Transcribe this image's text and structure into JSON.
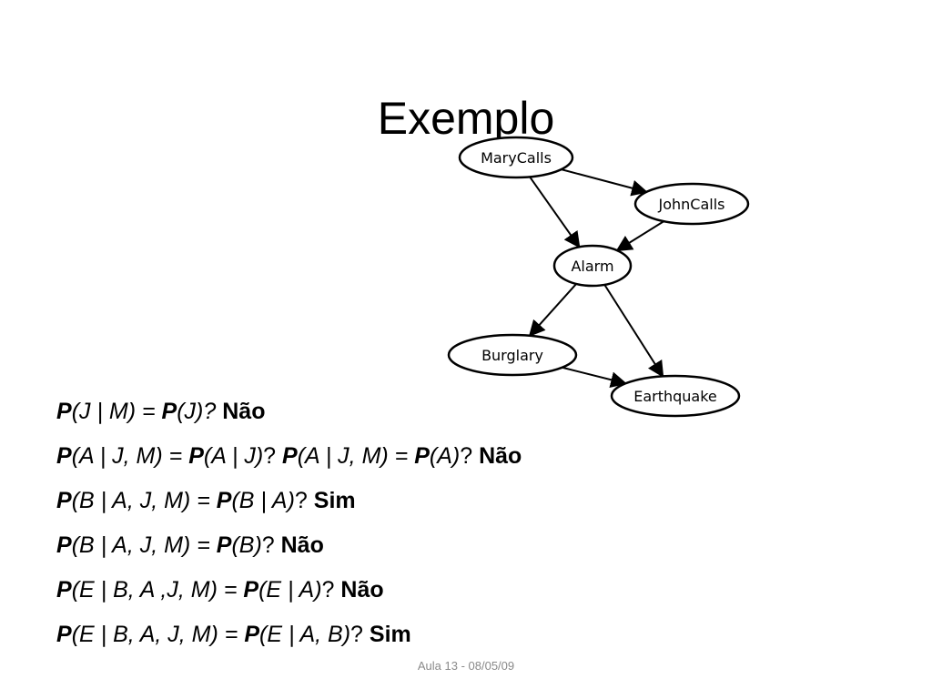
{
  "title": "Exemplo",
  "diagram": {
    "nodes": [
      {
        "id": "marycalls",
        "label": "MaryCalls"
      },
      {
        "id": "johncalls",
        "label": "JohnCalls"
      },
      {
        "id": "alarm",
        "label": "Alarm"
      },
      {
        "id": "burglary",
        "label": "Burglary"
      },
      {
        "id": "earthquake",
        "label": "Earthquake"
      }
    ],
    "edges": [
      {
        "from": "MaryCalls",
        "to": "JohnCalls"
      },
      {
        "from": "MaryCalls",
        "to": "Alarm"
      },
      {
        "from": "JohnCalls",
        "to": "Alarm"
      },
      {
        "from": "Alarm",
        "to": "Burglary"
      },
      {
        "from": "Alarm",
        "to": "Earthquake"
      },
      {
        "from": "Burglary",
        "to": "Earthquake"
      }
    ]
  },
  "queries": [
    {
      "segments": [
        {
          "t": "P",
          "s": "p"
        },
        {
          "t": "(J | M) = ",
          "s": "expr"
        },
        {
          "t": "P",
          "s": "p"
        },
        {
          "t": "(J)? ",
          "s": "expr"
        },
        {
          "t": "Não",
          "s": "ans"
        }
      ]
    },
    {
      "segments": [
        {
          "t": "P",
          "s": "p"
        },
        {
          "t": "(A | J, M) = ",
          "s": "expr"
        },
        {
          "t": "P",
          "s": "p"
        },
        {
          "t": "(A | J)",
          "s": "expr"
        },
        {
          "t": "? ",
          "s": "plain"
        },
        {
          "t": "P",
          "s": "p"
        },
        {
          "t": "(A | J, M) = ",
          "s": "expr"
        },
        {
          "t": "P",
          "s": "p"
        },
        {
          "t": "(A)",
          "s": "expr"
        },
        {
          "t": "? ",
          "s": "plain"
        },
        {
          "t": "Não",
          "s": "ans"
        }
      ]
    },
    {
      "segments": [
        {
          "t": "P",
          "s": "p"
        },
        {
          "t": "(B | A, J, M) = ",
          "s": "expr"
        },
        {
          "t": "P",
          "s": "p"
        },
        {
          "t": "(B | A)",
          "s": "expr"
        },
        {
          "t": "? ",
          "s": "plain"
        },
        {
          "t": "Sim",
          "s": "ans"
        }
      ]
    },
    {
      "segments": [
        {
          "t": "P",
          "s": "p"
        },
        {
          "t": "(B | A, J, M) = ",
          "s": "expr"
        },
        {
          "t": "P",
          "s": "p"
        },
        {
          "t": "(B)",
          "s": "expr"
        },
        {
          "t": "? ",
          "s": "plain"
        },
        {
          "t": "Não",
          "s": "ans"
        }
      ]
    },
    {
      "segments": [
        {
          "t": "P",
          "s": "p"
        },
        {
          "t": "(E | B, A ,J, M) = ",
          "s": "expr"
        },
        {
          "t": "P",
          "s": "p"
        },
        {
          "t": "(E | A)",
          "s": "expr"
        },
        {
          "t": "? ",
          "s": "plain"
        },
        {
          "t": "Não",
          "s": "ans"
        }
      ]
    },
    {
      "segments": [
        {
          "t": "P",
          "s": "p"
        },
        {
          "t": "(E | B, A, J, M) = ",
          "s": "expr"
        },
        {
          "t": "P",
          "s": "p"
        },
        {
          "t": "(E | A, B)",
          "s": "expr"
        },
        {
          "t": "? ",
          "s": "plain"
        },
        {
          "t": "Sim",
          "s": "ans"
        }
      ]
    }
  ],
  "footer": "Aula 13 - 08/05/09"
}
